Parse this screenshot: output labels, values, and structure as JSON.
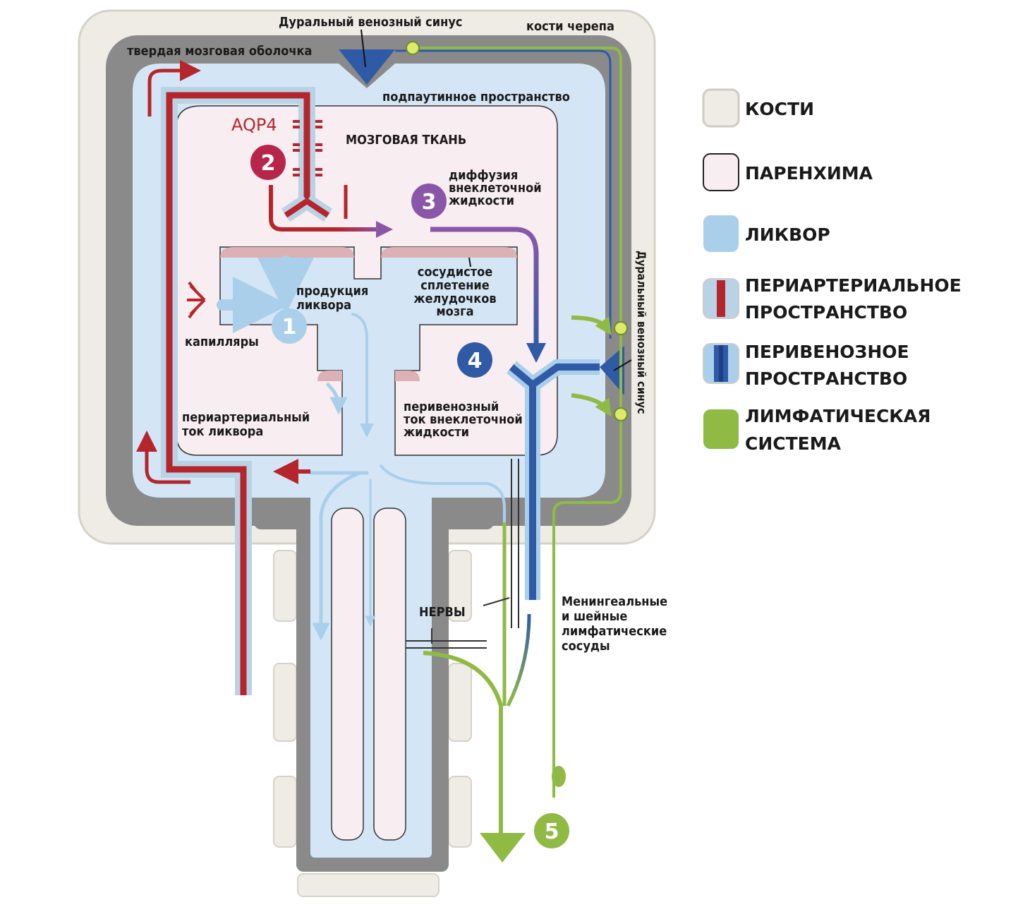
{
  "labels": {
    "dural_sinus_top": "Дуральный венозный синус",
    "skull_bones": "кости черепа",
    "dura_mater": "твердая мозговая оболочка",
    "subarachnoid": "подпаутинное пространство",
    "aqp4": "AQP4",
    "brain_tissue": "МОЗГОВАЯ ТКАНЬ",
    "diffusion": [
      "диффузия",
      "внеклеточной",
      "жидкости"
    ],
    "csf_production": [
      "продукция",
      "ликвора"
    ],
    "choroid_plexus": [
      "сосудистое",
      "сплетение",
      "желудочков",
      "мозга"
    ],
    "capillaries": "капилляры",
    "periarterial_flow": [
      "периартериальный",
      "ток ликвора"
    ],
    "perivenous_flow": [
      "перивенозный",
      "ток внеклеточной",
      "жидкости"
    ],
    "dural_sinus_side": "Дуральный венозный синус",
    "nerves": "НЕРВЫ",
    "lymph_vessels": [
      "Менингеальные",
      "и шейные",
      "лимфатические",
      "сосуды"
    ]
  },
  "steps": [
    "1",
    "2",
    "3",
    "4",
    "5"
  ],
  "legend": [
    {
      "label": [
        "КОСТИ"
      ],
      "color": "#efece5"
    },
    {
      "label": [
        "ПАРЕНХИМА"
      ],
      "color": "#f8edf0"
    },
    {
      "label": [
        "ЛИКВОР"
      ],
      "color": "#a9cfea"
    },
    {
      "label": [
        "ПЕРИАРТЕРИАЛЬНОЕ",
        "ПРОСТРАНСТВО"
      ],
      "color": "#b5262c"
    },
    {
      "label": [
        "ПЕРИВЕНОЗНОЕ",
        "ПРОСТРАНСТВО"
      ],
      "color": "#2f5aa6"
    },
    {
      "label": [
        "ЛИМФАТИЧЕСКАЯ",
        "СИСТЕМА"
      ],
      "color": "#8fbb44"
    }
  ],
  "colors": {
    "bone": "#efece5",
    "dura": "#8a8a8a",
    "csf": "#d4e6f5",
    "csf_arrow": "#a9cfea",
    "parenchyma": "#f8edf0",
    "artery": "#b5262c",
    "vein": "#2f5aa6",
    "lymph": "#8fbb44",
    "step2": "#b7264a",
    "step3": "#8a57a8",
    "step4": "#2f5aa6",
    "step5": "#8fbb44"
  }
}
